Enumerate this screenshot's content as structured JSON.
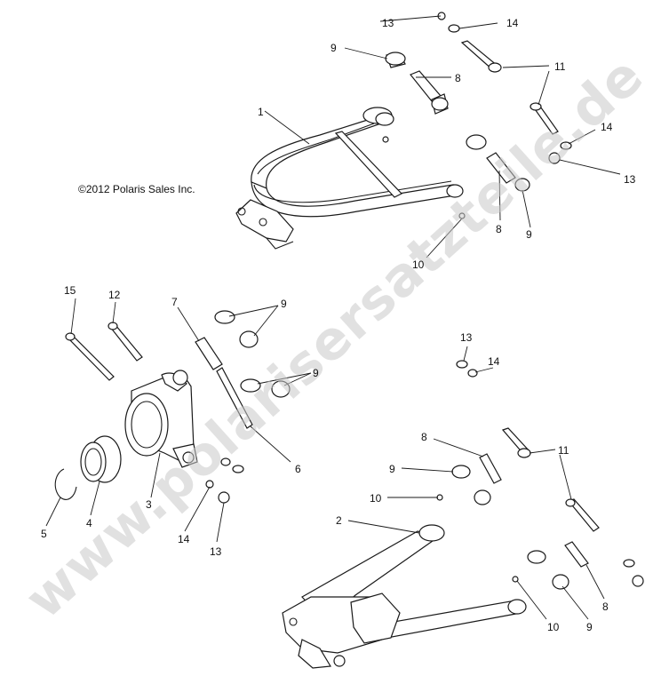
{
  "copyright": "©2012 Polaris Sales Inc.",
  "watermark": "www.polarisersatzteile.de",
  "callouts": [
    {
      "id": "c1",
      "label": "1"
    },
    {
      "id": "c2",
      "label": "2"
    },
    {
      "id": "c3",
      "label": "3"
    },
    {
      "id": "c4",
      "label": "4"
    },
    {
      "id": "c5",
      "label": "5"
    },
    {
      "id": "c6",
      "label": "6"
    },
    {
      "id": "c7",
      "label": "7"
    },
    {
      "id": "c8a",
      "label": "8"
    },
    {
      "id": "c8b",
      "label": "8"
    },
    {
      "id": "c8c",
      "label": "8"
    },
    {
      "id": "c8d",
      "label": "8"
    },
    {
      "id": "c9a",
      "label": "9"
    },
    {
      "id": "c9b",
      "label": "9"
    },
    {
      "id": "c9c",
      "label": "9"
    },
    {
      "id": "c9d",
      "label": "9"
    },
    {
      "id": "c9e",
      "label": "9"
    },
    {
      "id": "c9f",
      "label": "9"
    },
    {
      "id": "c10a",
      "label": "10"
    },
    {
      "id": "c10b",
      "label": "10"
    },
    {
      "id": "c10c",
      "label": "10"
    },
    {
      "id": "c11a",
      "label": "11"
    },
    {
      "id": "c11b",
      "label": "11"
    },
    {
      "id": "c12",
      "label": "12"
    },
    {
      "id": "c13a",
      "label": "13"
    },
    {
      "id": "c13b",
      "label": "13"
    },
    {
      "id": "c13c",
      "label": "13"
    },
    {
      "id": "c13d",
      "label": "13"
    },
    {
      "id": "c14a",
      "label": "14"
    },
    {
      "id": "c14b",
      "label": "14"
    },
    {
      "id": "c14c",
      "label": "14"
    },
    {
      "id": "c14d",
      "label": "14"
    },
    {
      "id": "c15",
      "label": "15"
    }
  ]
}
